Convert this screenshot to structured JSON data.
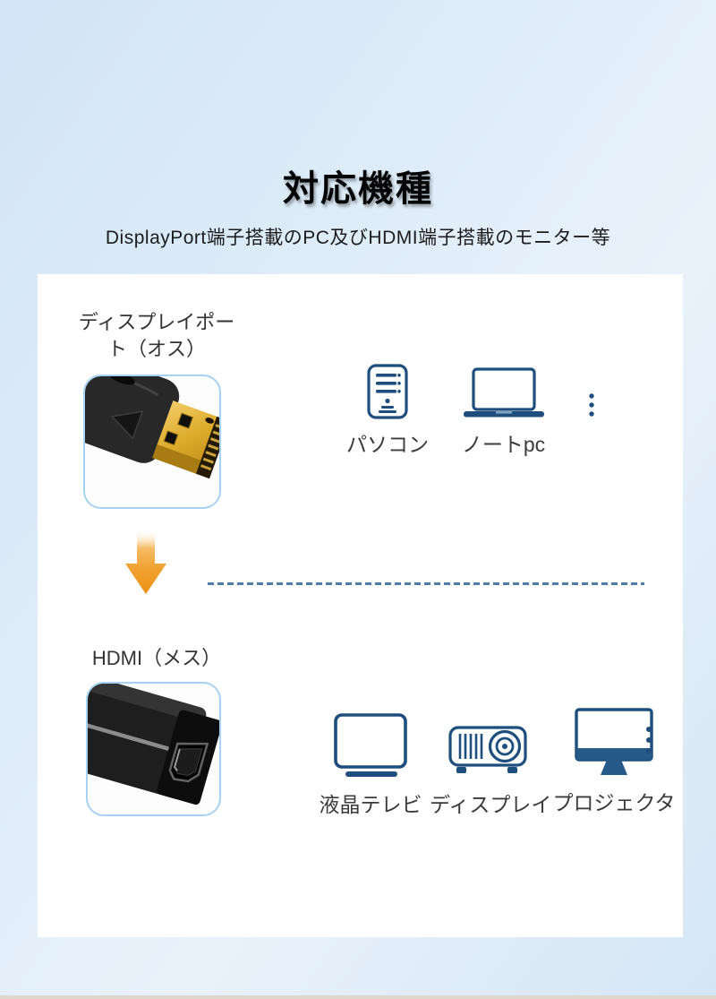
{
  "page": {
    "title": "対応機種",
    "subtitle": "DisplayPort端子搭載のPC及びHDMI端子搭載のモニター等"
  },
  "source_section": {
    "label_line1": "ディスプレイポー",
    "label_line2": "ト（オス）",
    "image": "displayport-male-connector-photo"
  },
  "top_devices": {
    "items": [
      {
        "label": "パソコン",
        "icon": "desktop-tower-icon"
      },
      {
        "label": "ノートpc",
        "icon": "laptop-icon"
      }
    ],
    "more_icon": "vertical-ellipsis-icon"
  },
  "target_section": {
    "label": "HDMI（メス）",
    "image": "hdmi-female-adapter-photo"
  },
  "bottom_devices": {
    "items": [
      {
        "label": "液晶テレビ",
        "icon": "tv-icon"
      },
      {
        "label": "ディスプレイ",
        "icon": "projector-icon"
      },
      {
        "label": "プロジェクタ",
        "icon": "monitor-icon"
      }
    ],
    "more_icon": "vertical-ellipsis-icon"
  },
  "colors": {
    "icon_navy": "#1d4e7d",
    "accent_orange": "#f09c1e",
    "dashed_line": "#4e7ea8",
    "box_border": "#a6d3f2",
    "background_blue": "#d5e6f6"
  }
}
